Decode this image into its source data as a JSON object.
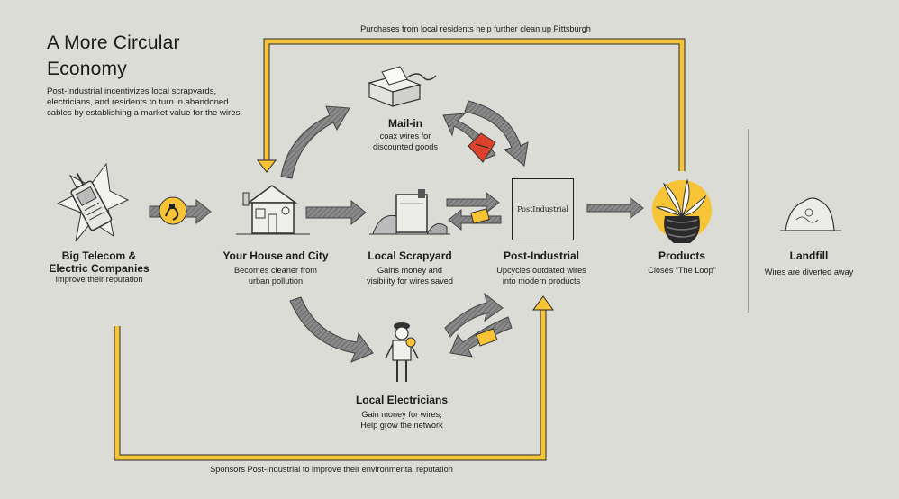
{
  "title_line1": "A More Circular",
  "title_line2": "Economy",
  "intro": "Post-Industrial incentivizes local scrapyards, electricians, and residents to turn in abandoned cables by establishing a market value for the wires.",
  "nodes": {
    "big_telecom": {
      "title_line1": "Big Telecom &",
      "title_line2": "Electric Companies",
      "desc": "Improve their reputation"
    },
    "house_city": {
      "title": "Your House and City",
      "desc_line1": "Becomes cleaner from",
      "desc_line2": "urban pollution"
    },
    "mail_in": {
      "title": "Mail-in",
      "desc_line1": "coax wires for",
      "desc_line2": "discounted goods"
    },
    "scrapyard": {
      "title": "Local Scrapyard",
      "desc_line1": "Gains money and",
      "desc_line2": "visibility for wires saved"
    },
    "post_industrial": {
      "title": "Post-Industrial",
      "desc_line1": "Upcycles outdated wires",
      "desc_line2": "into modern products",
      "logo": "PostIndustrial"
    },
    "products": {
      "title": "Products",
      "desc": "Closes “The Loop”"
    },
    "landfill": {
      "title": "Landfill",
      "desc": "Wires are diverted away"
    },
    "electricians": {
      "title": "Local Electricians",
      "desc_line1": "Gain money for wires;",
      "desc_line2": "Help grow the network"
    }
  },
  "flows": {
    "top": "Purchases from local residents help further clean up Pittsburgh",
    "bottom": "Sponsors Post-Industrial to improve their environmental reputation"
  },
  "colors": {
    "background": "#dcdcd7",
    "accent_yellow": "#f6c436",
    "arrow_gray": "#7a7a7a",
    "money_red": "#d9432b"
  }
}
